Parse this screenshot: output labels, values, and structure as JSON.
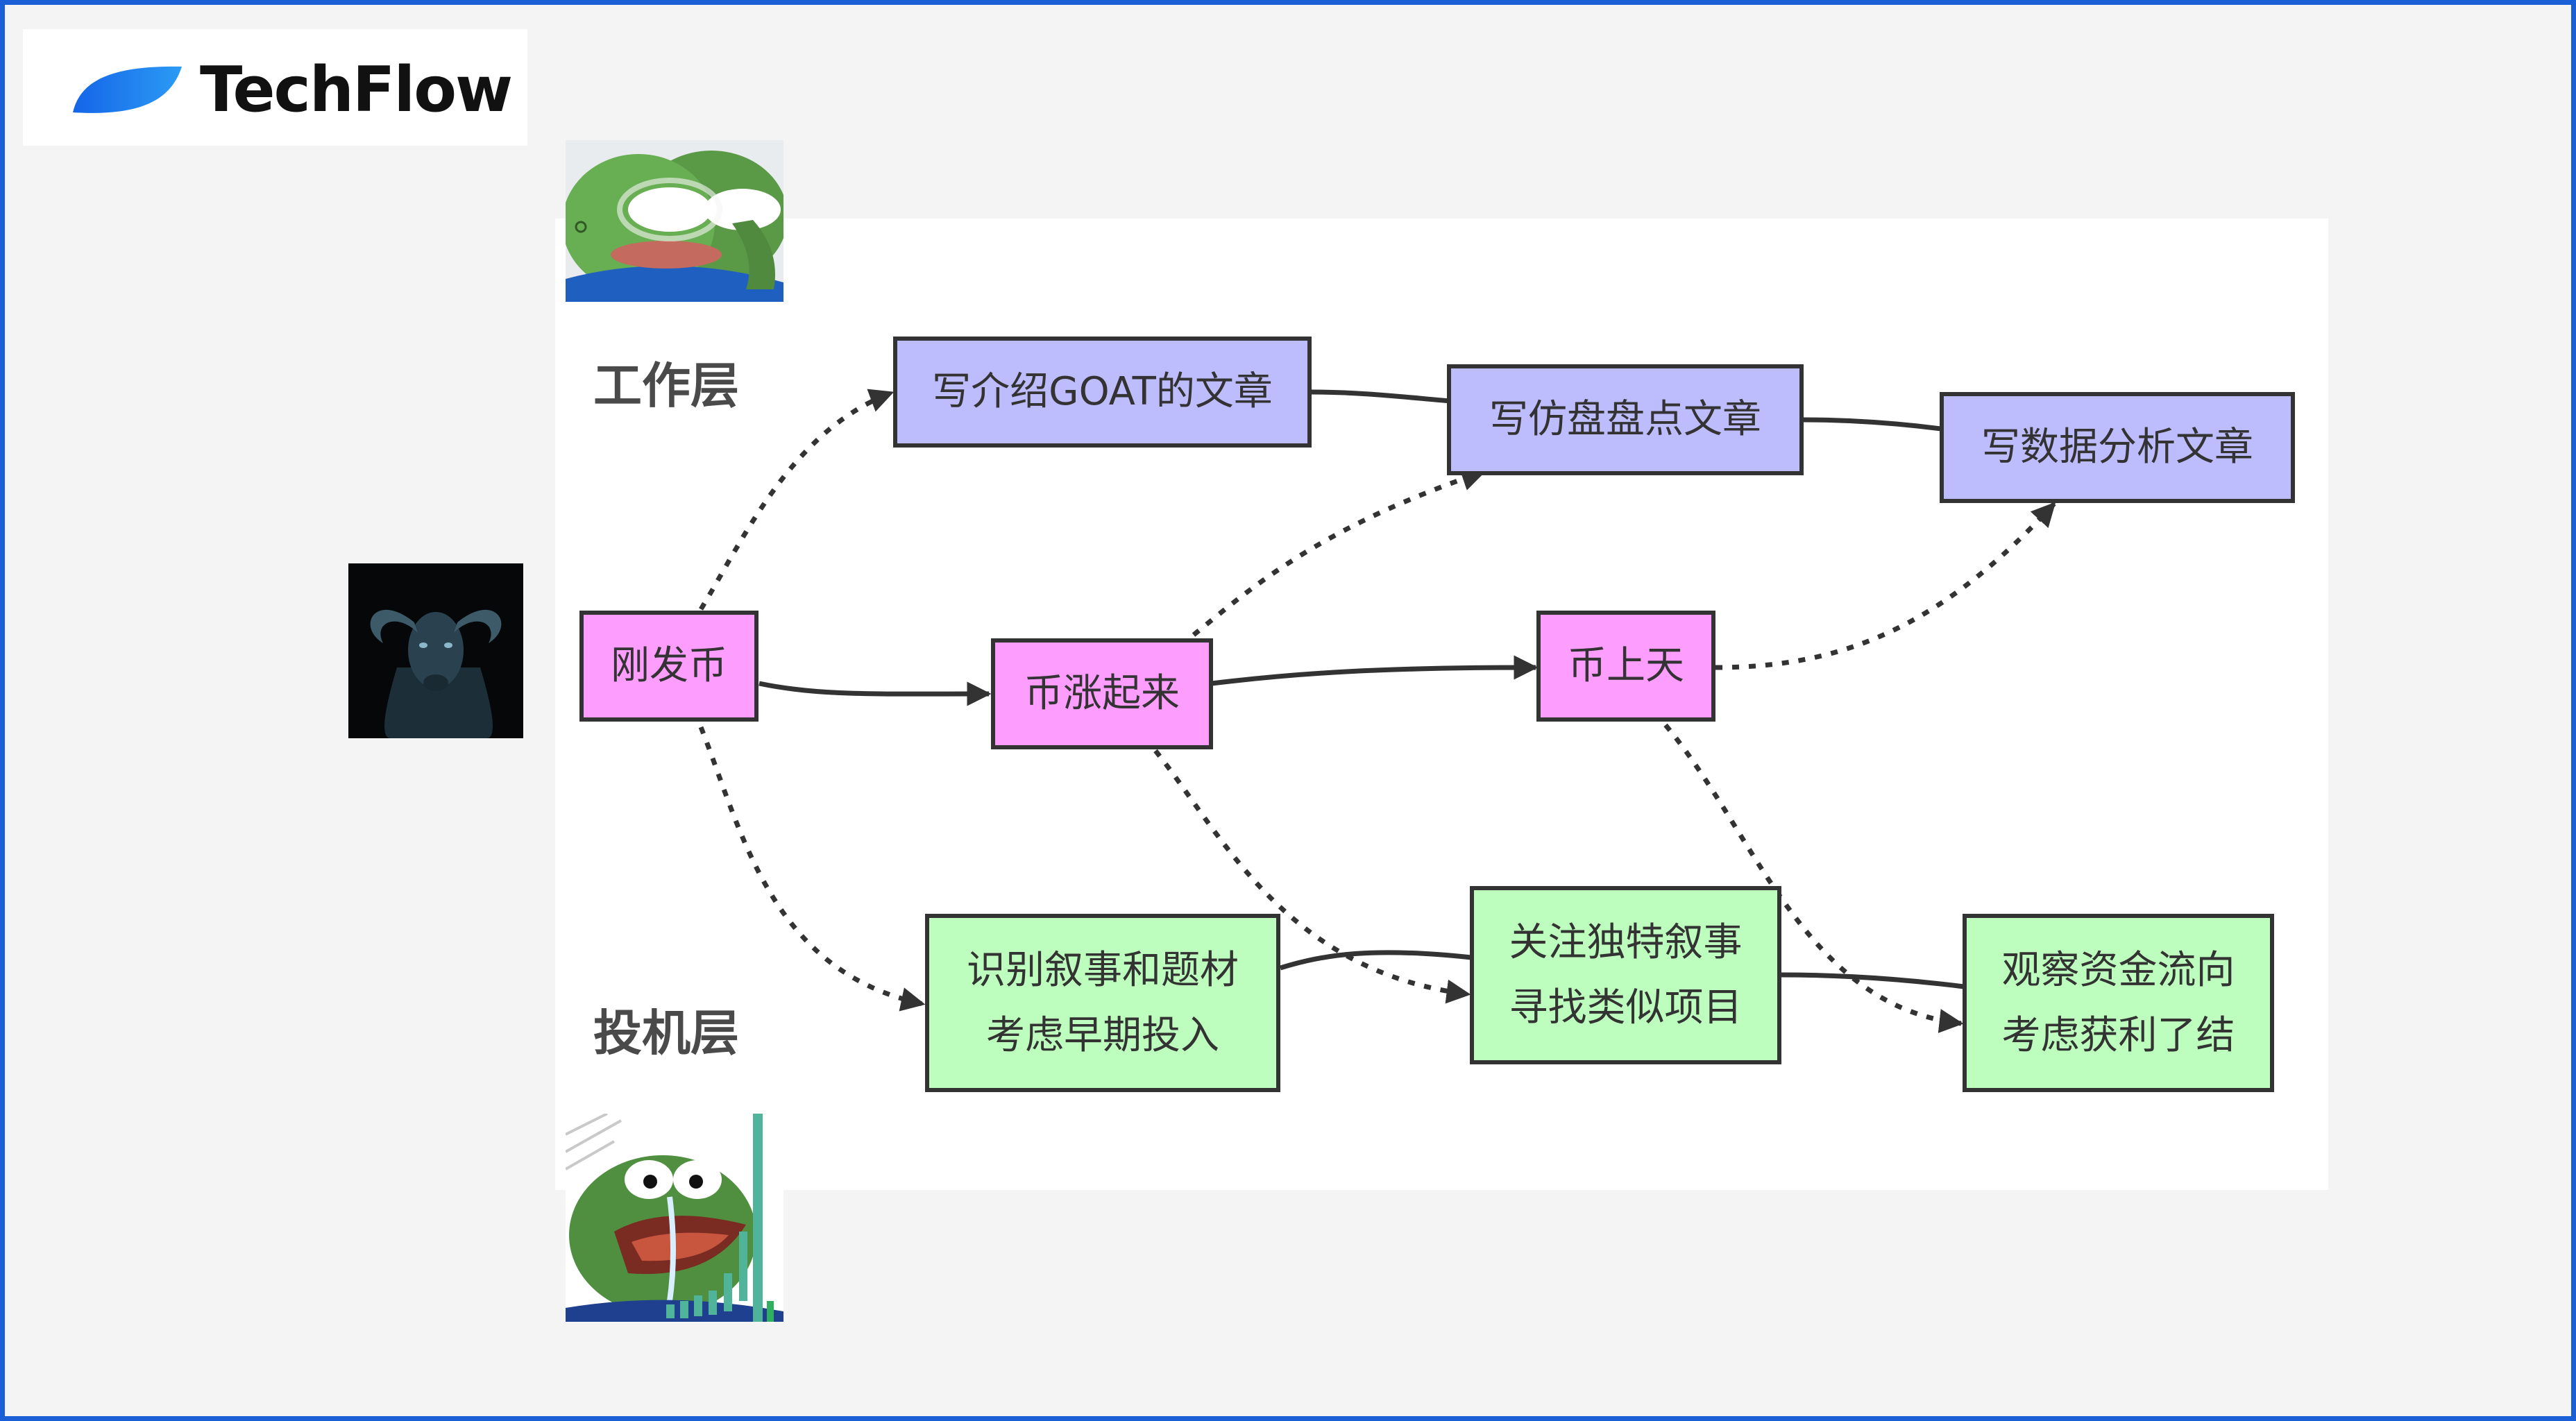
{
  "brand": {
    "name": "TechFlow",
    "accent": "#1a5fd6"
  },
  "layers": {
    "work": "工作层",
    "speculation": "投机层"
  },
  "nodes": {
    "goat_article": "写介绍GOAT的文章",
    "copycat_article": "写仿盘盘点文章",
    "data_article": "写数据分析文章",
    "just_issued": "刚发币",
    "coin_rising": "币涨起来",
    "coin_skyrocket": "币上天",
    "spot_narrative": [
      "识别叙事和题材",
      "考虑早期投入"
    ],
    "unique_narrative": [
      "关注独特叙事",
      "寻找类似项目"
    ],
    "watch_flows": [
      "观察资金流向",
      "考虑获利了结"
    ]
  },
  "colors": {
    "work_node": "#bdbdfd",
    "stage_node": "#fd9dfd",
    "speculation_node": "#bdfdbd",
    "edge": "#333333",
    "frame": "#1a5fd6"
  },
  "images": {
    "top_meme": "pepe-sunglasses-salute",
    "goat": "black-goat-ram",
    "bottom_meme": "pepe-crying-chart"
  }
}
